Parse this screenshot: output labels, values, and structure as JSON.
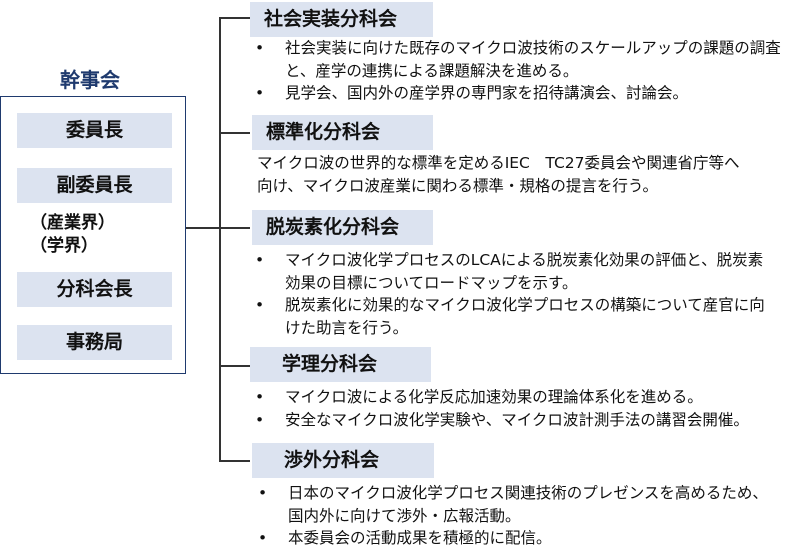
{
  "executive": {
    "title": "幹事会",
    "roles": [
      "委員長",
      "副委員長",
      "分科会長",
      "事務局"
    ],
    "affiliations": [
      "（産業界）",
      "（学界）"
    ]
  },
  "bullet": "•",
  "subcommittees": [
    {
      "name": "社会実装分科会",
      "lines": [
        {
          "bullet": true,
          "text": "社会実装に向けた既存のマイクロ波技術のスケールアップの課題の調査"
        },
        {
          "bullet": false,
          "text": "と、産学の連携による課題解決を進める。"
        },
        {
          "bullet": true,
          "text": "見学会、国内外の産学界の専門家を招待講演会、討論会。"
        }
      ]
    },
    {
      "name": "標準化分科会",
      "lines": [
        {
          "text": "マイクロ波の世界的な標準を定めるIEC　TC27委員会や関連省庁等へ"
        },
        {
          "text": "向け、マイクロ波産業に関わる標準・規格の提言を行う。"
        }
      ]
    },
    {
      "name": "脱炭素化分科会",
      "lines": [
        {
          "bullet": true,
          "text": "マイクロ波化学プロセスのLCAによる脱炭素化効果の評価と、脱炭素"
        },
        {
          "bullet": false,
          "text": "効果の目標についてロードマップを示す。"
        },
        {
          "bullet": true,
          "text": "脱炭素化に効果的なマイクロ波化学プロセスの構築について産官に向"
        },
        {
          "bullet": false,
          "text": "けた助言を行う。"
        }
      ]
    },
    {
      "name": "学理分科会",
      "lines": [
        {
          "bullet": true,
          "text": "マイクロ波による化学反応加速効果の理論体系化を進める。"
        },
        {
          "bullet": true,
          "text": "安全なマイクロ波化学実験や、マイクロ波計測手法の講習会開催。"
        }
      ]
    },
    {
      "name": "渉外分科会",
      "lines": [
        {
          "bullet": true,
          "text": "日本のマイクロ波化学プロセス関連技術のプレゼンスを高めるため、"
        },
        {
          "bullet": false,
          "text": "国内外に向けて渉外・広報活動。"
        },
        {
          "bullet": true,
          "text": "本委員会の活動成果を積極的に配信。"
        }
      ]
    }
  ]
}
